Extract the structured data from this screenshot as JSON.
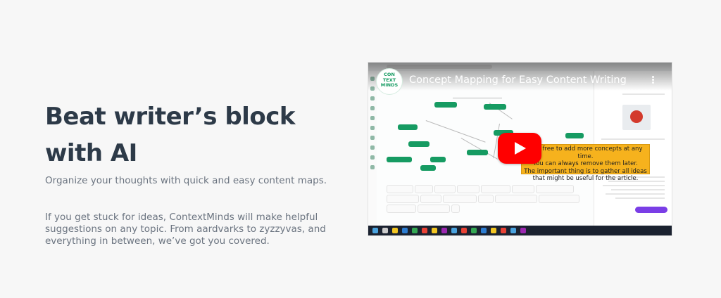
{
  "hero": {
    "headline": "Beat writer’s block with AI",
    "paragraph1": "Organize your thoughts with quick and easy content maps.",
    "paragraph2": "If you get stuck for ideas, ContextMinds will make helpful suggestions on any topic. From aardvarks to zyzzyvas, and everything in between, we’ve got you covered."
  },
  "video": {
    "title": "Concept Mapping for Easy Content Writing",
    "logo_lines": [
      "CON",
      "TEXT",
      "MINDS"
    ],
    "tooltip_lines": [
      "Feel free to add more concepts at any time.",
      "You can always remove them later.",
      "The important thing is to gather all ideas",
      "that might be useful for the article."
    ],
    "play_icon": "youtube-play-icon",
    "colors": {
      "brand_green": "#169b62",
      "play_red": "#ff0000",
      "tooltip_yellow": "#f6b21d",
      "headline": "#2d3a48",
      "body_text": "#6b7480"
    }
  }
}
